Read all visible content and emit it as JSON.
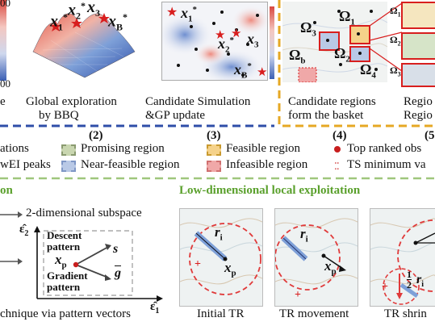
{
  "top": {
    "left_colorbar": {
      "top_tick": "00",
      "bottom_tick": "00"
    },
    "left_caption_fragment": "e",
    "panel1": {
      "labels": [
        "x",
        "x",
        "x",
        "x"
      ],
      "subscripts": [
        "1",
        "2",
        "3",
        "B"
      ],
      "superscript": "*",
      "caption_line1": "Global exploration",
      "caption_line2": "by BBQ"
    },
    "panel2": {
      "labels": [
        "x",
        "x",
        "x",
        "x"
      ],
      "subscripts": [
        "1",
        "2",
        "3",
        "B"
      ],
      "superscript": "*",
      "caption_line1": "Candidate Simulation",
      "caption_line2": "&GP update"
    },
    "panel3": {
      "labels": [
        "Ω",
        "Ω",
        "Ω",
        "Ω",
        "Ω"
      ],
      "subscripts": [
        "1",
        "2",
        "3",
        "4",
        "b"
      ],
      "caption_line1": "Candidate regions",
      "caption_line2": "form the basket"
    },
    "panel4": {
      "labels": [
        "Ω",
        "Ω",
        "Ω"
      ],
      "subscripts": [
        "1",
        "2",
        "3"
      ],
      "caption_line1": "Regio",
      "caption_line2": "Regio"
    }
  },
  "legend": {
    "row1": {
      "fragment_left": "ations",
      "num2": "(2)",
      "promising": "Promising region",
      "num3": "(3)",
      "feasible": "Feasible region",
      "num4": "(4)",
      "top_ranked": "Top ranked obs",
      "num5": "(5"
    },
    "row2": {
      "fragment_left": "wEI peaks",
      "near_feasible": "Near-feasible region",
      "infeasible": "Infeasible region",
      "ts_min": "TS minimum va"
    },
    "colors": {
      "promising": "#c9d6b0",
      "feasible": "#f5d28a",
      "near_feasible": "#b9c9e6",
      "infeasible": "#f0a8a8",
      "top_ranked": "#c81e1e",
      "ts": "#c81e1e"
    }
  },
  "bottom": {
    "left_title_fragment": "on",
    "right_title": "Low-dimensional local exploitation",
    "subspace_label": "2-dimensional subspace",
    "axis_e1": "ε̂",
    "axis_e1_sub": "1",
    "axis_e2": "ε̂",
    "axis_e2_sub": "2",
    "descent_line1": "Descent",
    "descent_line2": "pattern",
    "s_label": "s",
    "xp_label": "x",
    "xp_sub": "p",
    "gradient_line1": "Gradient",
    "gradient_line2": "pattern",
    "g_label": "g",
    "left_caption": "chnique via pattern vectors",
    "tr_panels": [
      {
        "caption": "Initial TR",
        "r_label": "r",
        "r_sub": "i",
        "x_label": "x",
        "x_sub": "p"
      },
      {
        "caption": "TR movement",
        "r_label": "r",
        "r_sub": "i",
        "x_label": "x",
        "x_sub": "p"
      },
      {
        "caption": "TR shrin",
        "r_label": "r",
        "r_sub": "i",
        "frac_num": "1",
        "frac_den": "2"
      }
    ]
  }
}
